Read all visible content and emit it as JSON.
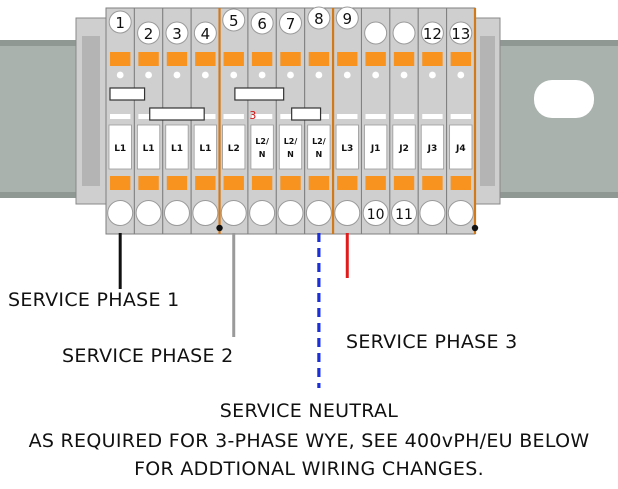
{
  "colors": {
    "rail": "#a9b2ad",
    "rail_dark": "#8f9893",
    "block": "#cfcfcf",
    "block_dark": "#b4b4b4",
    "orange": "#f7931e",
    "divider": "#d2791a",
    "phase1": "#111111",
    "phase2": "#9a9a9a",
    "neutral": "#1a2fd8",
    "phase3": "#e01b1b"
  },
  "terminals": [
    {
      "top_number": "1",
      "label": "L1",
      "bottom_number": ""
    },
    {
      "top_number": "2",
      "label": "L1",
      "bottom_number": ""
    },
    {
      "top_number": "3",
      "label": "L1",
      "bottom_number": ""
    },
    {
      "top_number": "4",
      "label": "L1",
      "bottom_number": ""
    },
    {
      "top_number": "5",
      "label": "L2",
      "bottom_number": ""
    },
    {
      "top_number": "6",
      "label": "L2/N",
      "bottom_number": ""
    },
    {
      "top_number": "7",
      "label": "L2/N",
      "bottom_number": ""
    },
    {
      "top_number": "8",
      "label": "L2/N",
      "bottom_number": ""
    },
    {
      "top_number": "9",
      "label": "L3",
      "bottom_number": ""
    },
    {
      "top_number": "",
      "label": "J1",
      "bottom_number": "10"
    },
    {
      "top_number": "",
      "label": "J2",
      "bottom_number": "11"
    },
    {
      "top_number": "12",
      "label": "J3",
      "bottom_number": ""
    },
    {
      "top_number": "13",
      "label": "J4",
      "bottom_number": ""
    }
  ],
  "jumper_mark": "3",
  "wires": [
    {
      "name": "phase-1",
      "color_key": "phase1"
    },
    {
      "name": "phase-2",
      "color_key": "phase2"
    },
    {
      "name": "neutral",
      "color_key": "neutral"
    },
    {
      "name": "phase-3",
      "color_key": "phase3"
    }
  ],
  "labels": {
    "phase1": "SERVICE PHASE 1",
    "phase2": "SERVICE PHASE 2",
    "phase3": "SERVICE PHASE 3",
    "neutral_line1": "SERVICE NEUTRAL",
    "neutral_line2": "AS REQUIRED FOR 3-PHASE WYE, SEE 400vPH/EU BELOW",
    "neutral_line3": "FOR ADDTIONAL WIRING CHANGES."
  }
}
